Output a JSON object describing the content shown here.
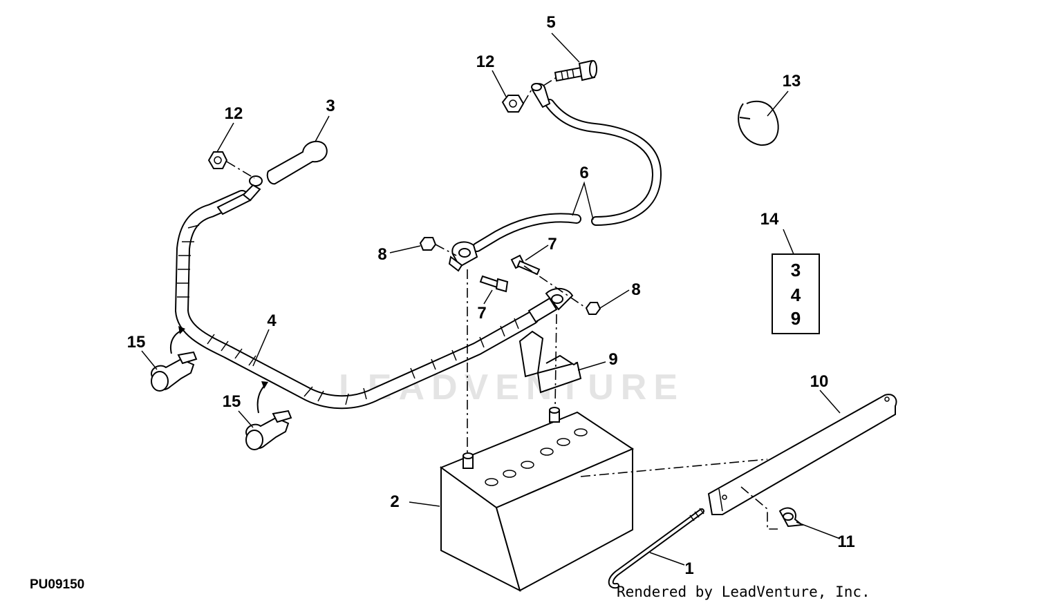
{
  "figure_id": "PU09150",
  "credit": "Rendered by LeadVenture, Inc.",
  "watermark": "LEADVENTURE",
  "callouts": {
    "c1": "1",
    "c2": "2",
    "c3": "3",
    "c4": "4",
    "c5": "5",
    "c6": "6",
    "c7a": "7",
    "c7b": "7",
    "c8a": "8",
    "c8b": "8",
    "c9": "9",
    "c10": "10",
    "c11": "11",
    "c12a": "12",
    "c12b": "12",
    "c13": "13",
    "c14": "14",
    "c15a": "15",
    "c15b": "15"
  },
  "kit_14_contents": [
    "3",
    "4",
    "9"
  ]
}
